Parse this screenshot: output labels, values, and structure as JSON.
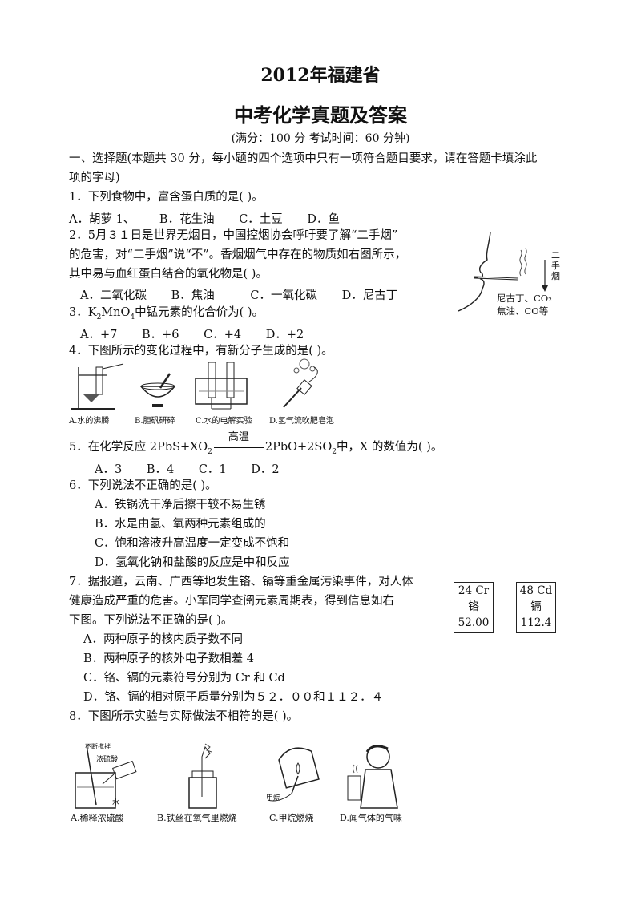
{
  "header": {
    "title_line1": "2012年福建省",
    "title_line2": "中考化学真题及答案",
    "subtitle": "(满分：100 分   考试时间：60 分钟)"
  },
  "section1": {
    "heading_line1": "一、选择题(本题共 30 分，每小题的四个选项中只有一项符合题目要求，请在答题卡填涂此",
    "heading_line2": "项的字母)"
  },
  "q1": {
    "stem": "1．下列食物中，富含蛋白质的是(     )。",
    "options": [
      "A．胡萝 1、",
      "B．花生油",
      "C．土豆",
      "D．鱼"
    ]
  },
  "q2": {
    "line1": "2．5月３１日是世界无烟日，中国控烟协会呼吁要了解“二手烟”",
    "line2": "的危害，对“二手烟”说“不”。香烟烟气中存在的物质如右图所示，",
    "line3": "其中易与血红蛋白结合的氧化物是(     )。",
    "options": [
      "A．二氧化碳",
      "B．焦油",
      "C．一氧化碳",
      "D．尼古丁"
    ],
    "figure": {
      "label_vertical": [
        "二",
        "手",
        "烟"
      ],
      "label1": "尼古丁、CO₂",
      "label2": "焦油、CO等"
    }
  },
  "q3": {
    "stem_prefix": "3．K",
    "stem_sub1": "2",
    "stem_mid": "MnO",
    "stem_sub2": "4",
    "stem_suffix": "中锰元素的化合价为(     )。",
    "options": [
      "A．+7",
      "B．+6",
      "C．+4",
      "D．+2"
    ]
  },
  "q4": {
    "stem": "4．下图所示的变化过程中，有新分子生成的是(     )。",
    "captions": [
      "A.水的沸腾",
      "B.胆矾研碎",
      "C.水的电解实验",
      "D.氢气流吹肥皂泡"
    ]
  },
  "q5": {
    "stem_prefix": "5．在化学反应 2PbS+XO",
    "sub1": "2",
    "condition": "高温",
    "stem_mid": "2PbO+2SO",
    "sub2": "2",
    "stem_suffix": "中，X 的数值为(     )。",
    "options": [
      "A．3",
      "B．4",
      "C．1",
      "D．2"
    ]
  },
  "q6": {
    "stem": "6．下列说法不正确的是(     )。",
    "options": [
      "A．铁锅洗干净后擦干较不易生锈",
      "B．水是由氢、氧两种元素组成的",
      "C．饱和溶液升高温度一定变成不饱和",
      "D．氢氧化钠和盐酸的反应是中和反应"
    ]
  },
  "q7": {
    "line1": "7．据报道，云南、广西等地发生铬、镉等重金属污染事件，对人体",
    "line2": "健康造成严重的危害。小军同学查阅元素周期表，得到信息如右",
    "line3": "下图。下列说法不正确的是(     )。",
    "options": [
      "A．两种原子的核内质子数不同",
      "B．两种原子的核外电子数相差 4",
      "C．铬、镉的元素符号分别为 Cr 和 Cd",
      "D．铬、镉的相对原子质量分别为５２．００和１１２．４"
    ],
    "elements": [
      {
        "top": "24 Cr",
        "name": "铬",
        "mass": "52.00"
      },
      {
        "top": "48 Cd",
        "name": "镉",
        "mass": "112.4"
      }
    ]
  },
  "q8": {
    "stem": "8．下图所示实验与实际做法不相符的是(     )。",
    "captions": [
      "A.稀释浓硫酸",
      "B.铁丝在氧气里燃烧",
      "C.甲烷燃烧",
      "D.闻气体的气味"
    ],
    "labels": [
      "不断搅拌",
      "浓硫酸",
      "水",
      "甲烷"
    ]
  }
}
